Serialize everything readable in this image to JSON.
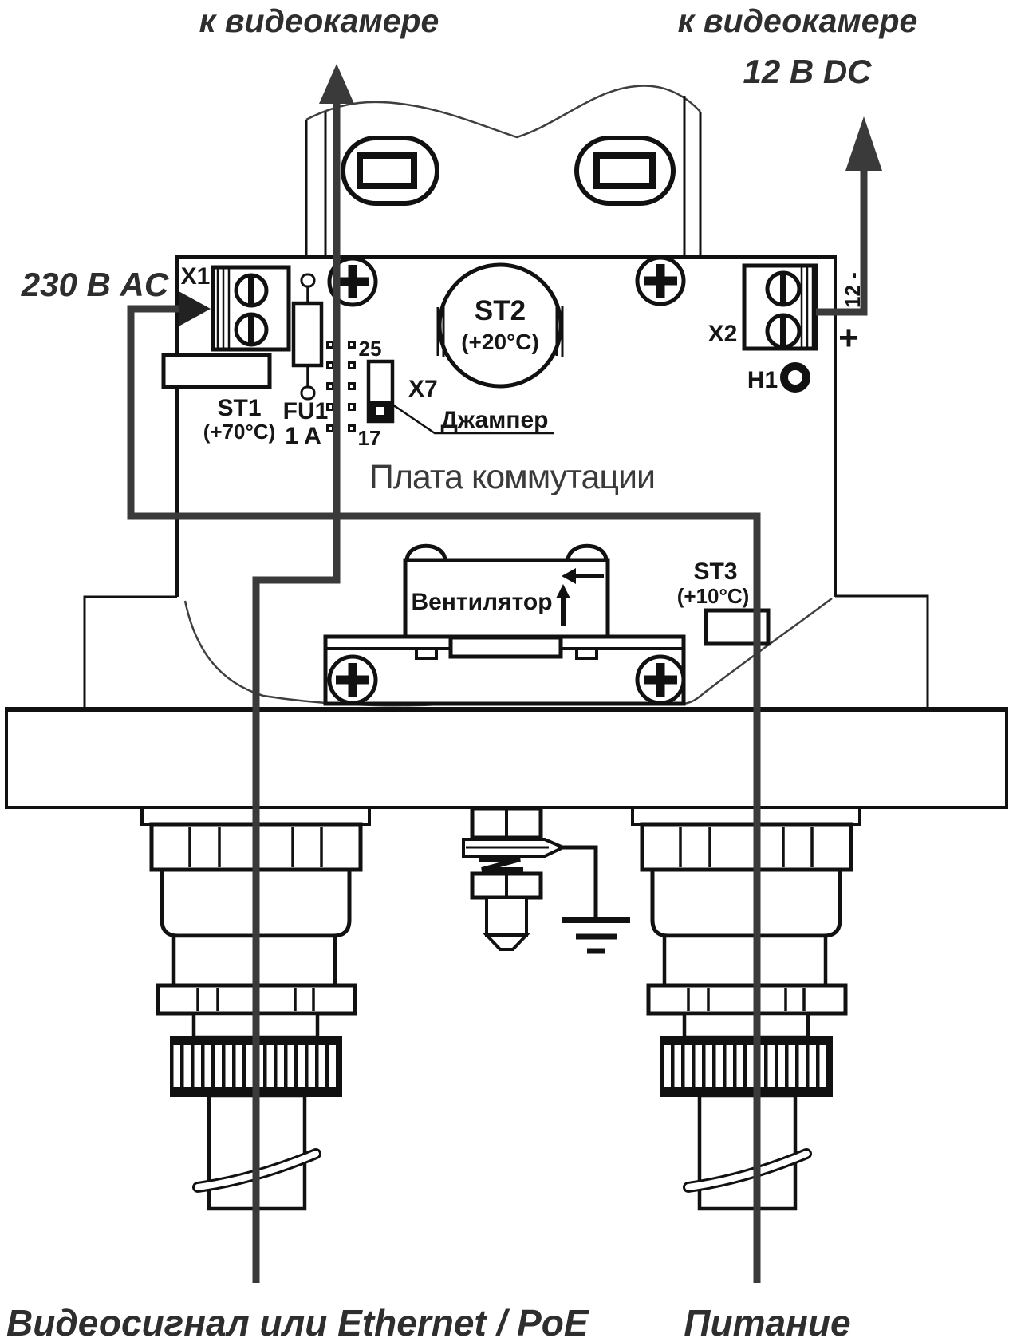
{
  "colors": {
    "line": "#111111",
    "wire": "#3a3a3a",
    "background": "#ffffff",
    "torn_edge": "#3f3f3f"
  },
  "labels": {
    "camera_left": "к видеокамере",
    "camera_right": "к видеокамере",
    "camera_right_voltage": "12 В DC",
    "mains_input": "230 В AC",
    "board_title": "Плата коммутации",
    "x1": "X1",
    "st1": "ST1",
    "st1_temp": "(+70°C)",
    "fu1": "FU1",
    "fu1_rating": "1 A",
    "pin_top": "25",
    "pin_bottom": "17",
    "x7": "X7",
    "jumper": "Джампер",
    "st2": "ST2",
    "st2_temp": "(+20°C)",
    "x2": "X2",
    "h1": "H1",
    "dc_minus": "12 -",
    "dc_plus": "+",
    "st3": "ST3",
    "st3_temp": "(+10°C)",
    "fan": "Вентилятор",
    "bottom_left": "Видеосигнал или Ethernet / PoE",
    "bottom_right": "Питание"
  }
}
